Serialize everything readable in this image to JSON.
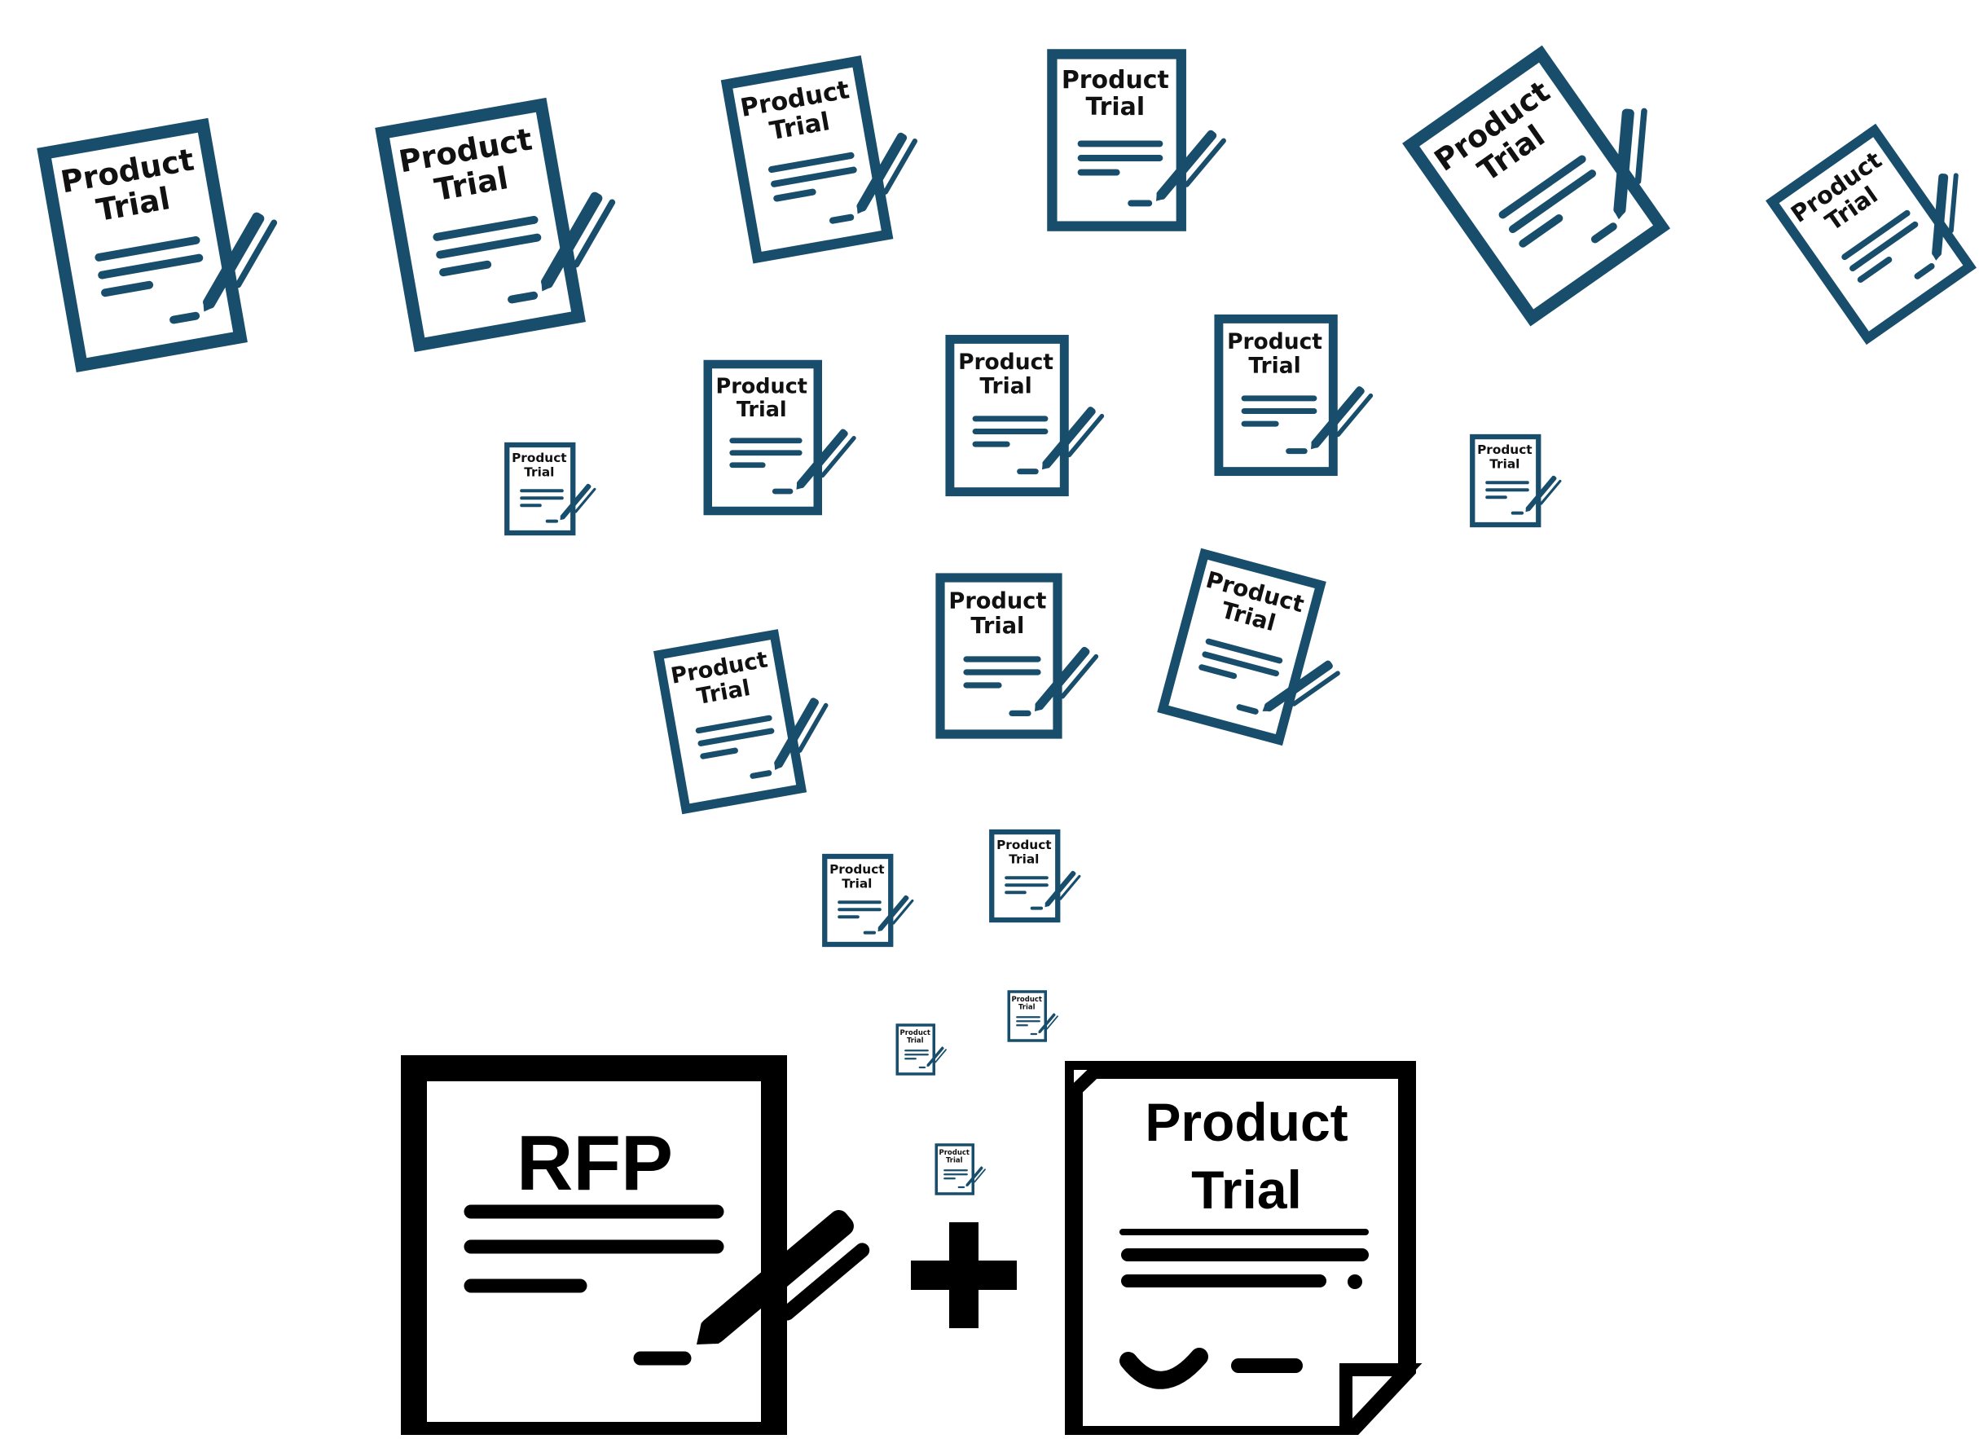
{
  "colors": {
    "doc_accent": "#184e6b",
    "final_accent": "#000000",
    "background": "#ffffff"
  },
  "icons": {
    "small_doc": "signed-document-icon",
    "rfp": "rfp-document-icon",
    "plus": "plus-icon",
    "final": "product-trial-document-icon"
  },
  "doc_label_line1": "Product",
  "doc_label_line2": "Trial",
  "rfp_label": "RFP",
  "plus_symbol": "+",
  "final_label_line1": "Product",
  "final_label_line2": "Trial"
}
